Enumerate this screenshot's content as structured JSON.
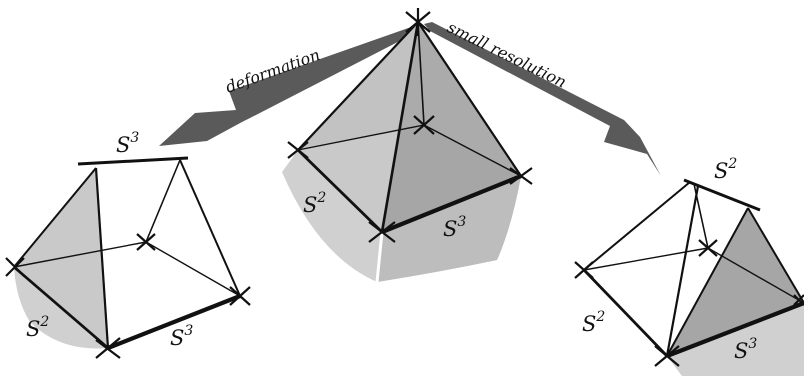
{
  "labels": {
    "deformation": "deformation",
    "small_resolution": "small resolution",
    "S": "S",
    "two": "2",
    "three": "3"
  },
  "colors": {
    "light_fill": "#d0d0d0",
    "mid_fill": "#a9a9a9",
    "line": "#111111",
    "arrow": "#5a5a5a"
  }
}
